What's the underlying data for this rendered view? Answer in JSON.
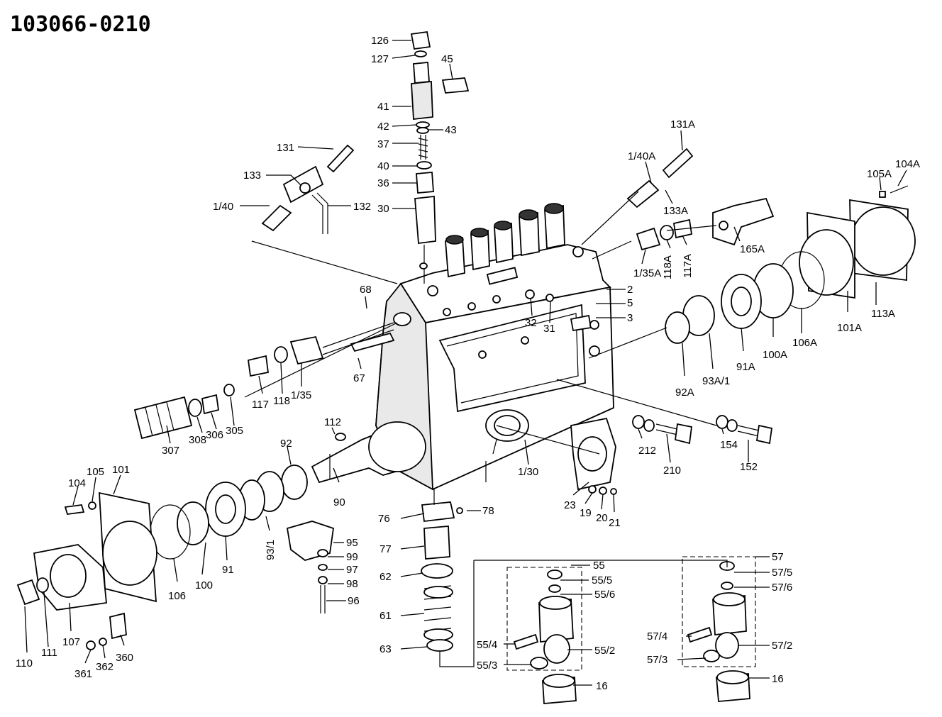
{
  "title": "103066-0210",
  "labels": {
    "p126": "126",
    "p127": "127",
    "p45": "45",
    "p41": "41",
    "p42": "42",
    "p43": "43",
    "p37": "37",
    "p40": "40",
    "p36": "36",
    "p30": "30",
    "p131": "131",
    "p133": "133",
    "p1_40": "1/40",
    "p132": "132",
    "p131A": "131A",
    "p1_40A": "1/40A",
    "p133A": "133A",
    "p165A": "165A",
    "p105A": "105A",
    "p104A": "104A",
    "p118A": "118A",
    "p117A": "117A",
    "p1_35A": "1/35A",
    "p2": "2",
    "p5": "5",
    "p3": "3",
    "p32": "32",
    "p31": "31",
    "p68": "68",
    "p113A": "113A",
    "p101A": "101A",
    "p106A": "106A",
    "p100A": "100A",
    "p91A": "91A",
    "p93A_1": "93A/1",
    "p92A": "92A",
    "p67": "67",
    "p117": "117",
    "p118": "118",
    "p1_35": "1/35",
    "p307": "307",
    "p308": "308",
    "p306": "306",
    "p305": "305",
    "p112": "112",
    "p92": "92",
    "p90": "90",
    "p1_30": "1/30",
    "p212": "212",
    "p210": "210",
    "p154": "154",
    "p152": "152",
    "p23": "23",
    "p19": "19",
    "p20": "20",
    "p21": "21",
    "p104": "104",
    "p105": "105",
    "p101": "101",
    "p76": "76",
    "p78": "78",
    "p77": "77",
    "p62": "62",
    "p61": "61",
    "p63": "63",
    "p95": "95",
    "p99": "99",
    "p97": "97",
    "p98": "98",
    "p96": "96",
    "p93_1": "93/1",
    "p91": "91",
    "p100": "100",
    "p106": "106",
    "p110": "110",
    "p111": "111",
    "p107": "107",
    "p360": "360",
    "p361": "361",
    "p362": "362",
    "p55": "55",
    "p55_5": "55/5",
    "p55_6": "55/6",
    "p55_4": "55/4",
    "p55_2": "55/2",
    "p55_3": "55/3",
    "p57": "57",
    "p57_5": "57/5",
    "p57_6": "57/6",
    "p57_4": "57/4",
    "p57_2": "57/2",
    "p57_3": "57/3",
    "p16a": "16",
    "p16b": "16"
  }
}
